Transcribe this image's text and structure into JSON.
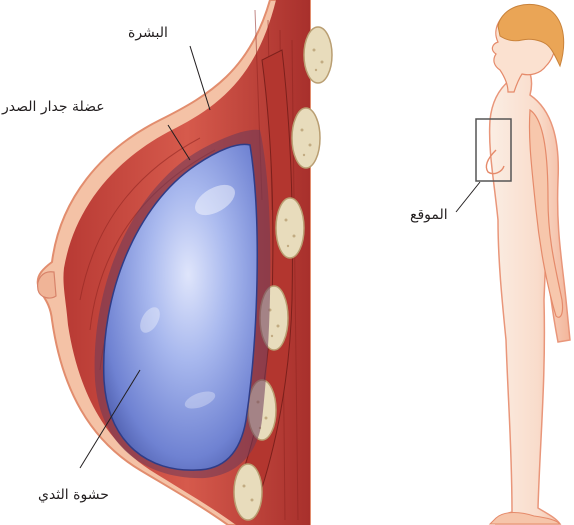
{
  "labels": {
    "skin": "البشرة",
    "chest_wall_muscle": "عضلة جدار الصدر",
    "location": "الموقع",
    "breast_implant": "حشوة الثدي"
  },
  "colors": {
    "skin_light": "#f8d2b8",
    "skin_outline": "#e58a6a",
    "muscle": "#c4463d",
    "muscle_dark": "#9a2a26",
    "implant": "#8a9ee0",
    "implant_dark": "#3f4f9a",
    "rib": "#e6dcc0",
    "hair": "#e8a04b",
    "body": "#fce6d8"
  }
}
